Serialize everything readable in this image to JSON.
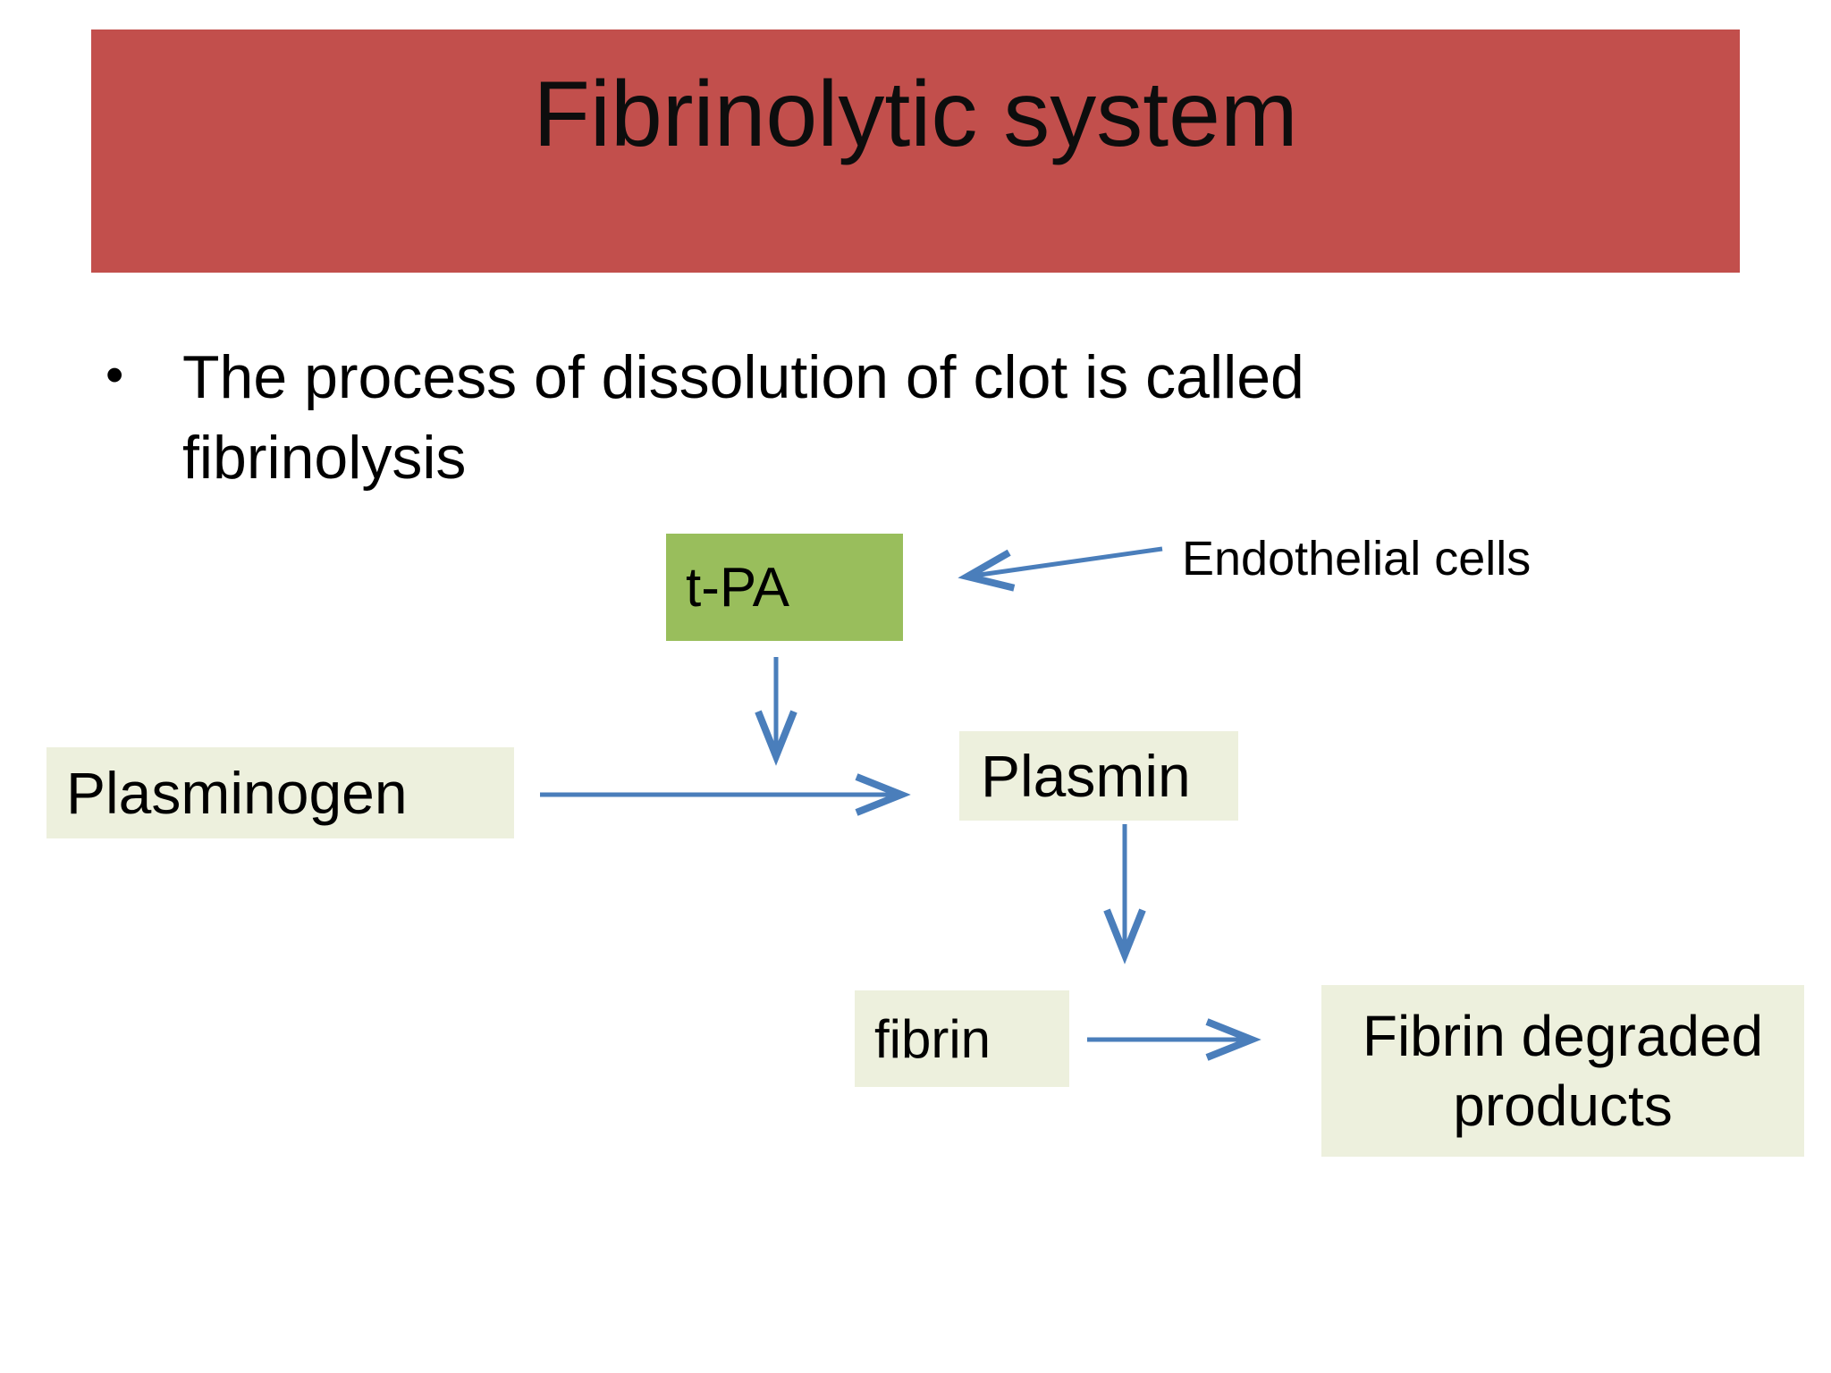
{
  "slide": {
    "title": "Fibrinolytic system",
    "title_bar_color": "#c24f4c",
    "background_color": "#ffffff"
  },
  "body": {
    "bullet_marker": "•",
    "bullet_text": "The process of dissolution of clot is called fibrinolysis"
  },
  "diagram": {
    "arrow_color": "#4a7ebb",
    "box_fill_ivory": "#edf0dd",
    "box_fill_green": "#99be5c",
    "nodes": [
      {
        "id": "tpa",
        "label": "t-PA",
        "fill": "#99be5c"
      },
      {
        "id": "plasminogen",
        "label": "Plasminogen",
        "fill": "#edf0dd"
      },
      {
        "id": "plasmin",
        "label": "Plasmin",
        "fill": "#edf0dd"
      },
      {
        "id": "fibrin",
        "label": "fibrin",
        "fill": "#edf0dd"
      },
      {
        "id": "fibrin-degraded-products",
        "label": "Fibrin degraded products",
        "fill": "#edf0dd"
      }
    ],
    "labels": [
      {
        "id": "endothelial-cells",
        "text": "Endothelial cells"
      }
    ],
    "edges": [
      {
        "from": "endothelial-cells",
        "to": "tpa",
        "direction": "left"
      },
      {
        "from": "tpa",
        "to": "plasminogen-to-plasmin-reaction",
        "direction": "down"
      },
      {
        "from": "plasminogen",
        "to": "plasmin",
        "direction": "right"
      },
      {
        "from": "plasmin",
        "to": "fibrin-reaction",
        "direction": "down"
      },
      {
        "from": "fibrin",
        "to": "fibrin-degraded-products",
        "direction": "right"
      }
    ]
  }
}
